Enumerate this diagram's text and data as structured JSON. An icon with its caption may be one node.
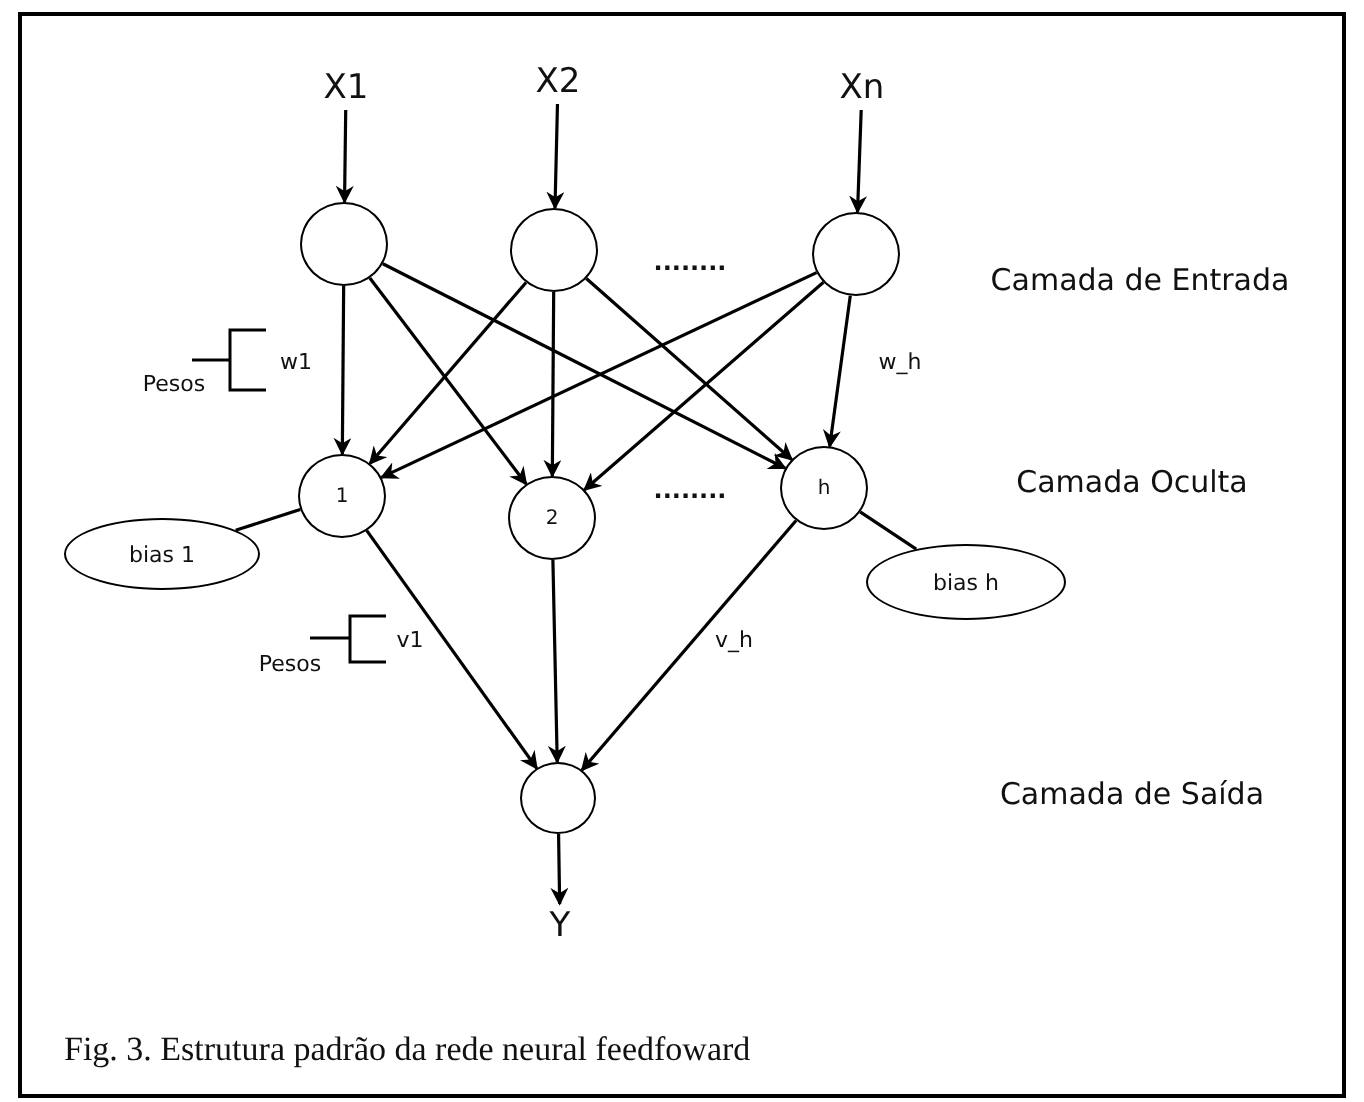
{
  "diagram": {
    "caption": "Fig. 3. Estrutura padrão da rede neural feedfoward",
    "nodes": [
      {
        "text": [
          "X1"
        ]
      },
      {
        "text": [
          "X2"
        ]
      },
      {
        "text": [
          "Xn"
        ]
      },
      {
        "text": [],
        "shape": "circle"
      },
      {
        "text": [],
        "shape": "circle"
      },
      {
        "text": [],
        "shape": "circle"
      },
      {
        "text": [
          "1"
        ]
      },
      {
        "text": [
          "2"
        ]
      },
      {
        "text": [
          "h"
        ]
      },
      {
        "text": [
          "bias 1"
        ]
      },
      {
        "text": [
          "bias h"
        ]
      },
      {
        "text": [],
        "shape": "circle"
      },
      {
        "text": [
          "Y"
        ]
      }
    ],
    "edges": [
      {
        "from": 0,
        "to": 3,
        "arrow": "to"
      },
      {
        "from": 1,
        "to": 4,
        "arrow": "to"
      },
      {
        "from": 2,
        "to": 5,
        "arrow": "to"
      },
      {
        "from": 3,
        "to": 6,
        "arrow": "to"
      },
      {
        "from": 3,
        "to": 7,
        "arrow": "to"
      },
      {
        "from": 3,
        "to": 8,
        "arrow": "to"
      },
      {
        "from": 4,
        "to": 6,
        "arrow": "to"
      },
      {
        "from": 4,
        "to": 7,
        "arrow": "to"
      },
      {
        "from": 4,
        "to": 8,
        "arrow": "to"
      },
      {
        "from": 5,
        "to": 6,
        "arrow": "to"
      },
      {
        "from": 5,
        "to": 7,
        "arrow": "to"
      },
      {
        "from": 5,
        "to": 8,
        "arrow": "to"
      },
      {
        "from": 9,
        "to": 6,
        "arrow": "none"
      },
      {
        "from": 8,
        "to": 10,
        "arrow": "none"
      },
      {
        "from": 6,
        "to": 11,
        "arrow": "to"
      },
      {
        "from": 7,
        "to": 11,
        "arrow": "to"
      },
      {
        "from": 8,
        "to": 11,
        "arrow": "to"
      },
      {
        "from": 11,
        "to": 12,
        "arrow": "to"
      }
    ],
    "labels": [
      "........",
      "Camada de Entrada",
      "Pesos",
      "w1",
      "w_h",
      "........",
      "Camada Oculta",
      "Pesos",
      "v1",
      "v_h",
      "Camada de Saída"
    ]
  }
}
